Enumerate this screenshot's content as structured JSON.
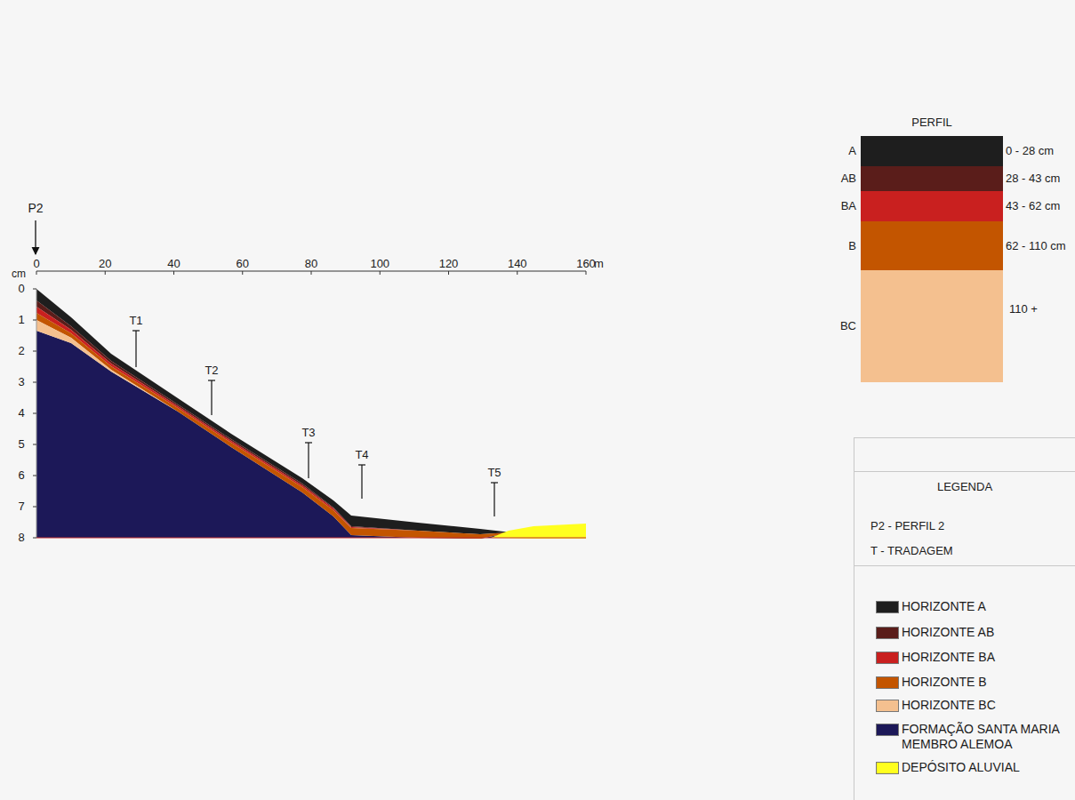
{
  "diagram": {
    "nodes": [
      {
        "text": [
          "A",
          "0 - 28 cm"
        ]
      },
      {
        "text": [
          "AB",
          "28 - 43 cm"
        ]
      },
      {
        "text": [
          "BA",
          "43 - 62 cm"
        ]
      },
      {
        "text": [
          "B",
          "62 - 110 cm"
        ]
      },
      {
        "text": [
          "BC",
          "110 +"
        ]
      }
    ],
    "labels": [
      "P2",
      "0",
      "20",
      "40",
      "60",
      "80",
      "100",
      "120",
      "140",
      "160",
      "m",
      "cm",
      "0",
      "1",
      "2",
      "3",
      "4",
      "5",
      "6",
      "7",
      "8",
      "T1",
      "T2",
      "T3",
      "T4",
      "T5",
      "PERFIL",
      "LEGENDA",
      "P2 - PERFIL 2",
      "T - TRADAGEM"
    ],
    "legend": [
      {
        "text": "HORIZONTE A",
        "color": "#1e1e1e"
      },
      {
        "text": "HORIZONTE AB",
        "color": "#5a1d1a"
      },
      {
        "text": "HORIZONTE BA",
        "color": "#c9201f"
      },
      {
        "text": "HORIZONTE B",
        "color": "#c35500"
      },
      {
        "text": "HORIZONTE BC",
        "color": "#f4c08f"
      },
      {
        "text": "FORMAÇÃO SANTA MARIA MEMBRO ALEMOA",
        "color": "#1c1858"
      },
      {
        "text": "DEPÓSITO ALUVIAL",
        "color": "#ffff1f"
      }
    ]
  }
}
